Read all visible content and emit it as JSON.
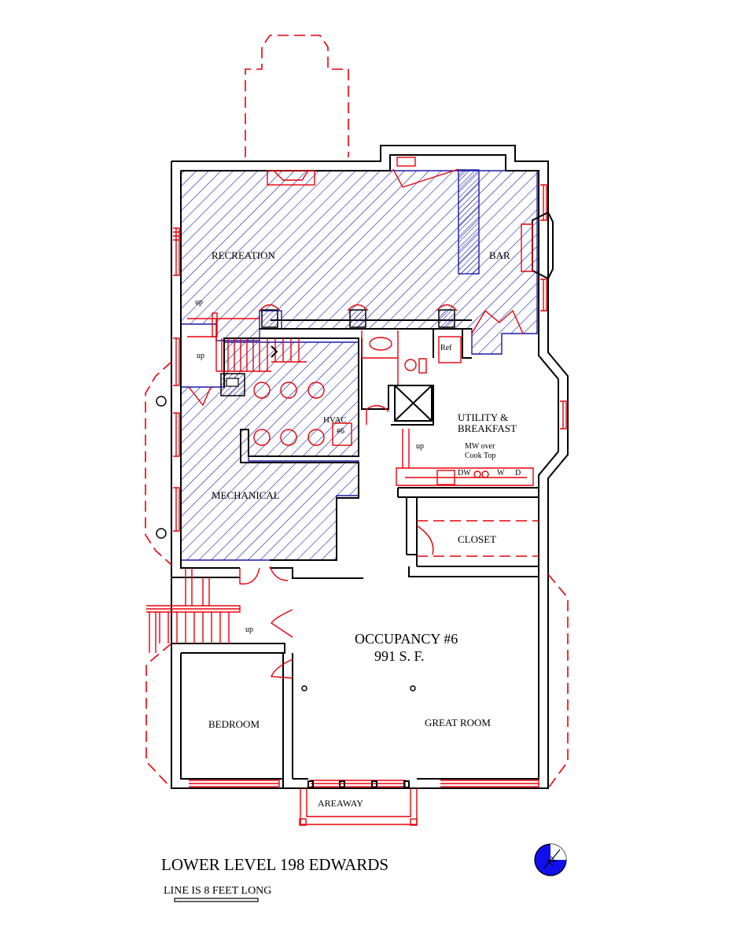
{
  "rooms": {
    "recreation": "RECREATION",
    "bar": "BAR",
    "utility_line1": "UTILITY &",
    "utility_line2": "BREAKFAST",
    "mw_line1": "MW over",
    "mw_line2": "Cook Top",
    "hvac": "HVAC",
    "hvac_num": "#6",
    "mechanical": "MECHANICAL",
    "closet": "CLOSET",
    "bedroom": "BEDROOM",
    "great_room": "GREAT ROOM",
    "areaway": "AREAWAY"
  },
  "fixtures": {
    "ref": "Ref",
    "dw": "DW",
    "w": "W",
    "d": "D"
  },
  "stairs": {
    "up1": "up",
    "up2": "up",
    "up3": "up",
    "up4": "up"
  },
  "occupancy": {
    "title": "OCCUPANCY #6",
    "area": "991 S. F."
  },
  "footer": {
    "title": "LOWER LEVEL 198 EDWARDS",
    "scale_note": "LINE IS 8 FEET LONG"
  },
  "compass": {
    "letter": "N",
    "fill_color": "#1010ee"
  },
  "colors": {
    "hatch": "#1a1aa6",
    "redline": "#e8000b",
    "wall": "#000000"
  }
}
